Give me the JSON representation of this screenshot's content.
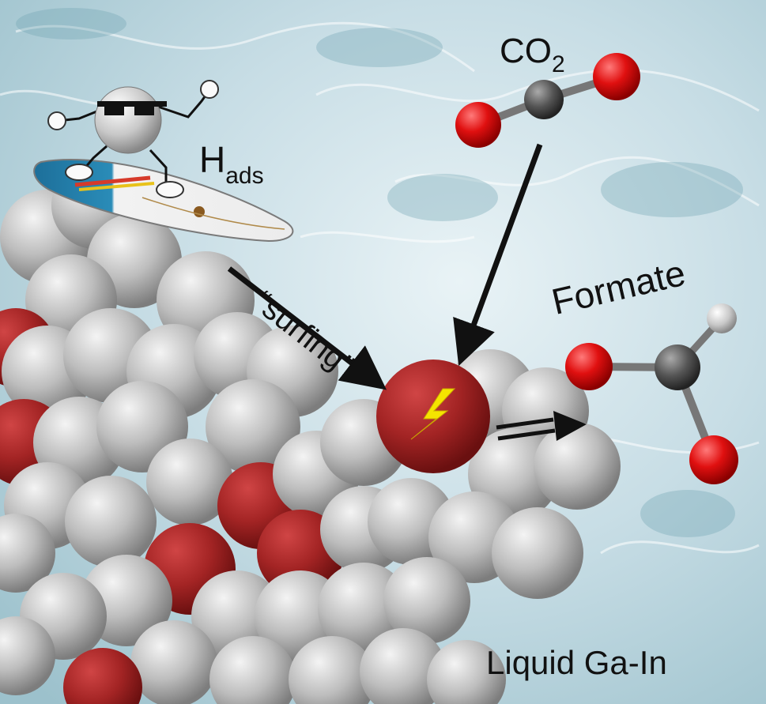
{
  "labels": {
    "h_main": "H",
    "h_sub": "ads",
    "co2_main": "CO",
    "co2_sub": "2",
    "formate": "Formate",
    "surfing": "“surfing”",
    "liquid": "Liquid Ga-In"
  },
  "colors": {
    "background_water": "#cfe3ea",
    "gallium_atom": "#b9b9b9",
    "indium_atom": "#a32424",
    "oxygen_atom": "#e01010",
    "carbon_atom": "#555555",
    "hydrogen_atom": "#c8c8c8",
    "arrow": "#111111",
    "spark": "#f5e400"
  },
  "icons": [
    "surfing-hydrogen-character",
    "surfboard",
    "lightning-bolt-icon"
  ]
}
